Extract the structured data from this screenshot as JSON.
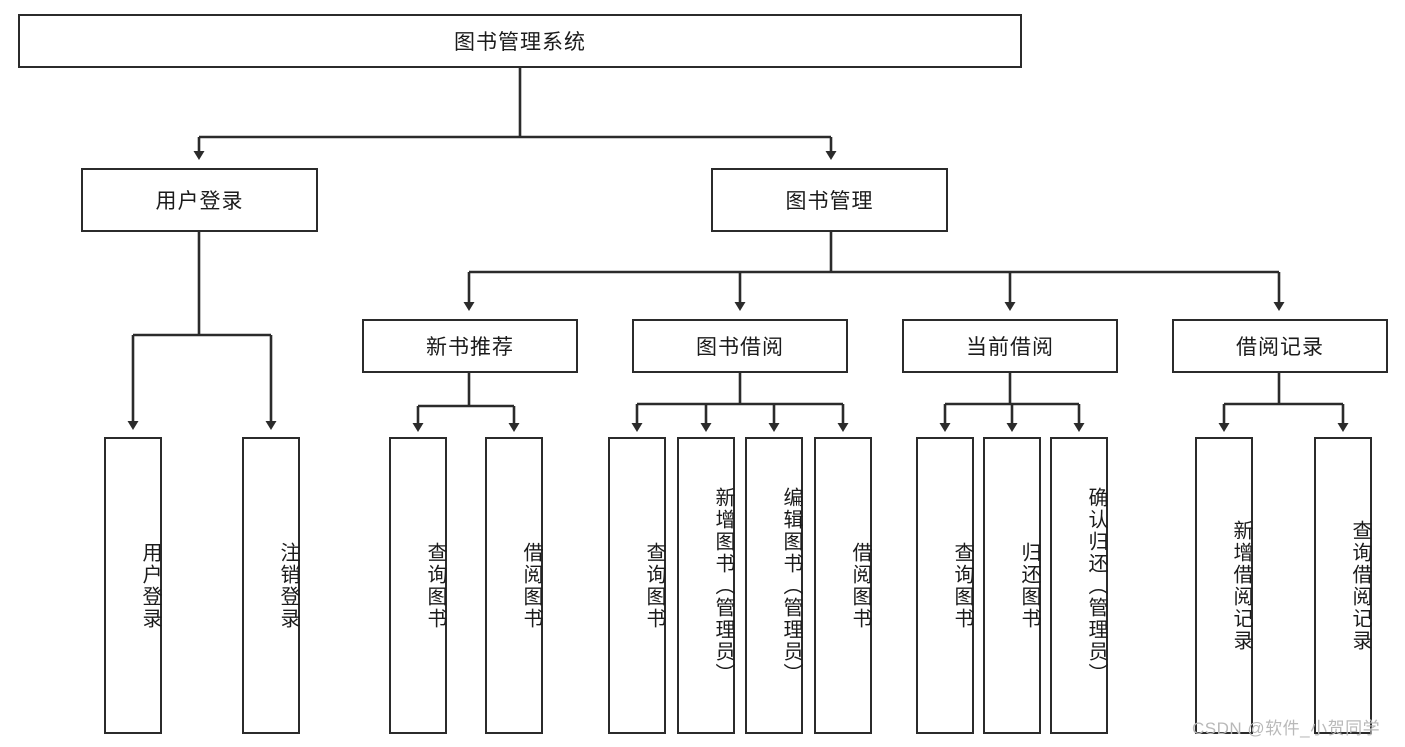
{
  "diagram": {
    "title_node": {
      "label": "图书管理系统"
    },
    "level2": [
      {
        "id": "user-login",
        "label": "用户登录"
      },
      {
        "id": "book-management",
        "label": "图书管理"
      }
    ],
    "level3": [
      {
        "id": "new-book-recommend",
        "label": "新书推荐"
      },
      {
        "id": "book-borrow",
        "label": "图书借阅"
      },
      {
        "id": "current-borrow",
        "label": "当前借阅"
      },
      {
        "id": "borrow-record",
        "label": "借阅记录"
      }
    ],
    "leaves": {
      "user_login": [
        {
          "id": "leaf-user-login",
          "label": "用户登录"
        },
        {
          "id": "leaf-logout-login",
          "label": "注销登录"
        }
      ],
      "new_book_recommend": [
        {
          "id": "leaf-query-book-1",
          "label": "查询图书"
        },
        {
          "id": "leaf-borrow-book-1",
          "label": "借阅图书"
        }
      ],
      "book_borrow": [
        {
          "id": "leaf-query-book-2",
          "label": "查询图书"
        },
        {
          "id": "leaf-add-book",
          "label": "新增图书（管理员）"
        },
        {
          "id": "leaf-edit-book",
          "label": "编辑图书（管理员）"
        },
        {
          "id": "leaf-borrow-book-2",
          "label": "借阅图书"
        }
      ],
      "current_borrow": [
        {
          "id": "leaf-query-book-3",
          "label": "查询图书"
        },
        {
          "id": "leaf-return-book",
          "label": "归还图书"
        },
        {
          "id": "leaf-confirm-return",
          "label": "确认归还（管理员）"
        }
      ],
      "borrow_record": [
        {
          "id": "leaf-add-record",
          "label": "新增借阅记录"
        },
        {
          "id": "leaf-query-record",
          "label": "查询借阅记录"
        }
      ]
    },
    "watermark": {
      "text": "CSDN @软件_小贺同学"
    },
    "colors": {
      "stroke": "#2b2b2b",
      "background": "#ffffff",
      "text": "#1b1b1b",
      "watermark": "#b9b9b9"
    }
  }
}
